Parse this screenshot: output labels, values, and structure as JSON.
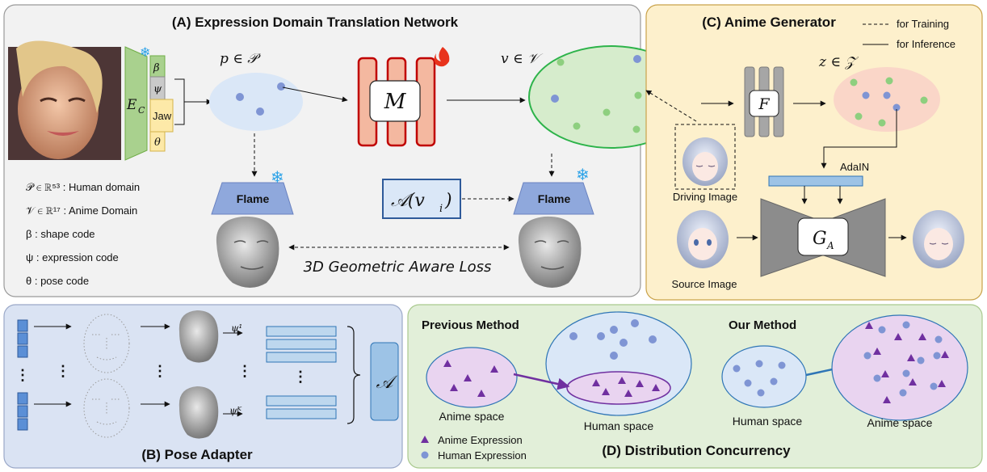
{
  "panels": {
    "A": {
      "title": "(A) Expression Domain Translation Network",
      "encoder_label": "E",
      "encoder_sub": "C",
      "params": [
        "β",
        "ψ",
        "Jaw",
        "θ"
      ],
      "p_label": "p ∈ 𝒫",
      "mapper_label": "M",
      "v_label": "v ∈ 𝒱",
      "flame_label": "Flame",
      "anime_param": "𝒜(v",
      "anime_param_sub": "i",
      "loss_label": "3D Geometric Aware Loss",
      "legend": [
        "𝒫 ∈ ℝ⁵³ : Human domain",
        "𝒱 ∈ ℝ¹⁷ : Anime Domain",
        "β : shape code",
        "ψ : expression  code",
        "θ : pose code"
      ]
    },
    "B": {
      "title": "(B) Pose Adapter",
      "psi_top": "ψ¹",
      "psi_bottom": "ψᴷ",
      "output_label": "𝒜"
    },
    "C": {
      "title": "(C) Anime Generator",
      "legend_training": "for Training",
      "legend_inference": "for Inference",
      "f_label": "F",
      "z_label": "z ∈ 𝒵",
      "adain_label": "AdaIN",
      "driving_label": "Driving Image",
      "source_label": "Source Image",
      "g_label": "G",
      "g_sub": "A"
    },
    "D": {
      "title": "(D) Distribution Concurrency",
      "previous_label": "Previous Method",
      "ours_label": "Our Method",
      "anime_space": "Anime space",
      "human_space": "Human space",
      "legend_anime": "Anime Expression",
      "legend_human": "Human Expression"
    }
  },
  "colors": {
    "panel_a_bg": "#f2f2f2",
    "panel_b_bg": "#dae3f3",
    "panel_c_bg": "#fdf0cc",
    "panel_d_bg": "#e2efd9",
    "human_dot": "#7f95d4",
    "anime_dot": "#8ecf7f",
    "triangle": "#7030a0",
    "mapper_fill": "#f4b8a0",
    "mapper_stroke": "#c00000"
  }
}
